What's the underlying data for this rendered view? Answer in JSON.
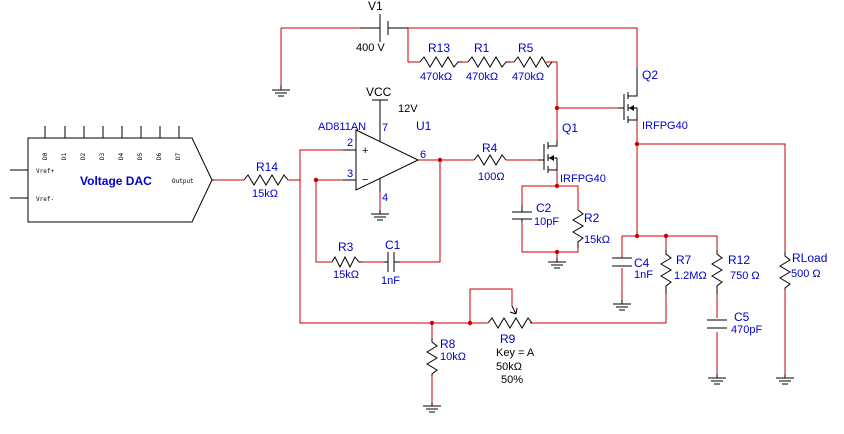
{
  "components": {
    "v1": {
      "ref": "V1",
      "value": "400 V"
    },
    "r13": {
      "ref": "R13",
      "value": "470kΩ"
    },
    "r1": {
      "ref": "R1",
      "value": "470kΩ"
    },
    "r5": {
      "ref": "R5",
      "value": "470kΩ"
    },
    "q2": {
      "ref": "Q2",
      "part": "IRFPG40"
    },
    "q1": {
      "ref": "Q1",
      "part": "IRFPG40"
    },
    "vcc": {
      "label": "VCC",
      "value": "12V"
    },
    "u1": {
      "ref": "U1",
      "part": "AD811AN",
      "pins": {
        "p2": "2",
        "p3": "3",
        "p4": "4",
        "p6": "6",
        "p7": "7"
      }
    },
    "r4": {
      "ref": "R4",
      "value": "100Ω"
    },
    "r14": {
      "ref": "R14",
      "value": "15kΩ"
    },
    "c2": {
      "ref": "C2",
      "value": "10pF"
    },
    "r2": {
      "ref": "R2",
      "value": "15kΩ"
    },
    "r3": {
      "ref": "R3",
      "value": "15kΩ"
    },
    "c1": {
      "ref": "C1",
      "value": "1nF"
    },
    "c4": {
      "ref": "C4",
      "value": "1nF"
    },
    "r7": {
      "ref": "R7",
      "value": "1.2MΩ"
    },
    "r12": {
      "ref": "R12",
      "value": "750 Ω"
    },
    "c5": {
      "ref": "C5",
      "value": "470pF"
    },
    "rload": {
      "ref": "RLoad",
      "value": "500 Ω"
    },
    "r8": {
      "ref": "R8",
      "value": "10kΩ"
    },
    "r9": {
      "ref": "R9",
      "key": "Key = A",
      "value": "50kΩ",
      "setting": "50%"
    }
  },
  "dac": {
    "title": "Voltage DAC",
    "vref_plus": "Vref+",
    "vref_minus": "Vref-",
    "output": "Output",
    "bits": [
      "D0",
      "D1",
      "D2",
      "D3",
      "D4",
      "D5",
      "D6",
      "D7"
    ]
  },
  "colors": {
    "wire": "#cc0000",
    "component_label": "#0000cc",
    "symbol": "#000000"
  }
}
